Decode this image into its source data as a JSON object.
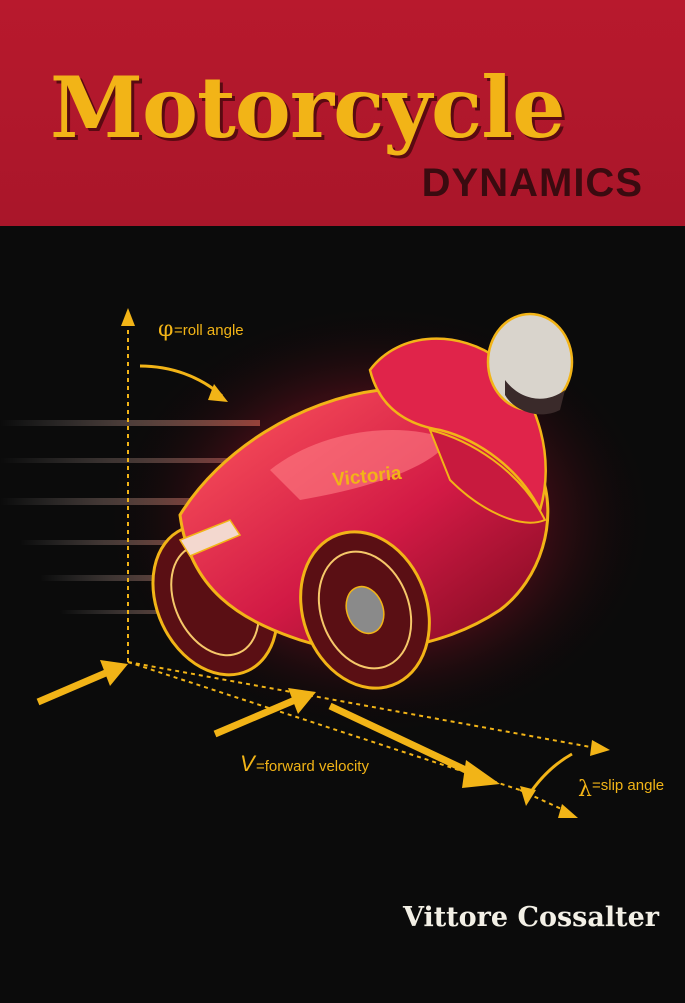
{
  "cover": {
    "title": "Motorcycle",
    "subtitle": "DYNAMICS",
    "author": "Vittore Cossalter",
    "colors": {
      "banner_red": "#b0182b",
      "title_gold": "#f2b417",
      "subtitle_dark": "#3a0b10",
      "background": "#0b0b0b",
      "diagram_yellow": "#f2b417"
    }
  },
  "diagram": {
    "roll_symbol": "φ",
    "roll_label": "=roll angle",
    "velocity_symbol": "V",
    "velocity_label": "=forward velocity",
    "slip_symbol": "λ",
    "slip_label": "=slip angle",
    "bike_logo": "Victoria"
  }
}
